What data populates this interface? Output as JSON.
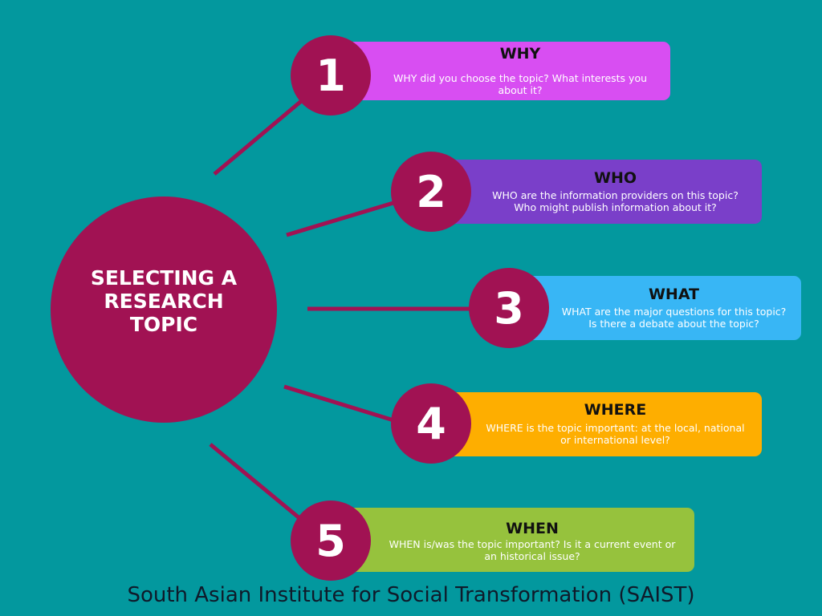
{
  "hub": {
    "title": "SELECTING A RESEARCH TOPIC",
    "color": "#a11253"
  },
  "background_color": "#03989e",
  "items": [
    {
      "number": "1",
      "heading": "WHY",
      "text": "WHY did you choose the topic? What interests you about it?",
      "color": "#d84ef2"
    },
    {
      "number": "2",
      "heading": "WHO",
      "text": "WHO are the information providers on this topic? Who might publish information about it?",
      "color": "#7a3fc9"
    },
    {
      "number": "3",
      "heading": "WHAT",
      "text": "WHAT are the major questions for this topic? Is there a debate about the topic?",
      "color": "#38b6f5"
    },
    {
      "number": "4",
      "heading": "WHERE",
      "text": "WHERE is the topic important: at the local, national or international level?",
      "color": "#feae00"
    },
    {
      "number": "5",
      "heading": "WHEN",
      "text": "WHEN is/was the topic important? Is it a current event or an historical issue?",
      "color": "#96c23d"
    }
  ],
  "footer": "South Asian Institute for Social Transformation (SAIST)"
}
